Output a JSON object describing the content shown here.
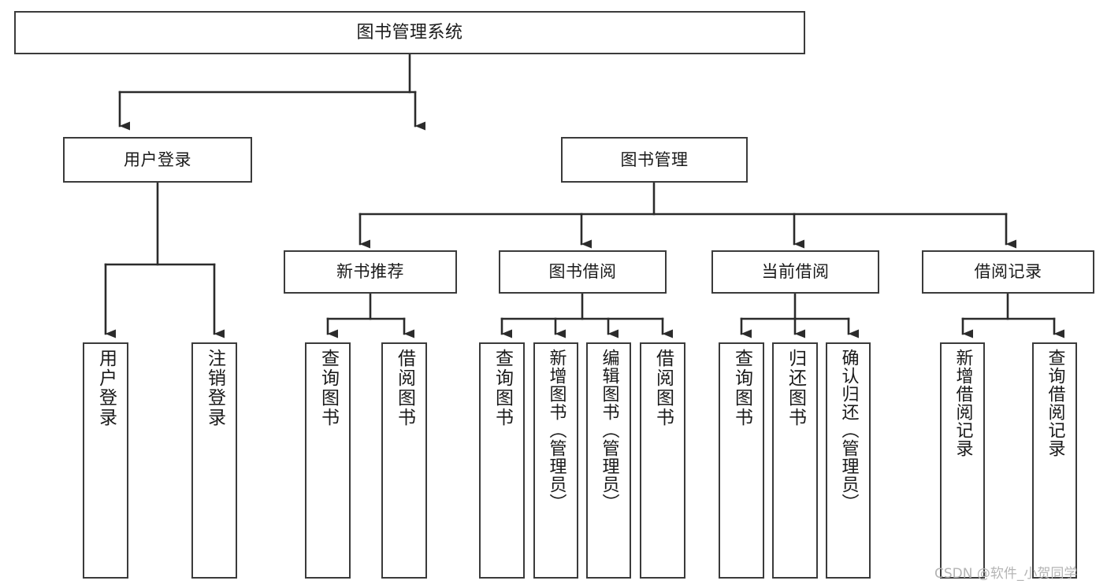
{
  "diagram": {
    "title": "图书管理系统",
    "type": "tree-hierarchy",
    "colors": {
      "box_border": "#3b3b3b",
      "box_fill": "#ffffff",
      "connector": "#2b2b2b",
      "text": "#1a1a1a",
      "watermark": "#b4b4b4",
      "background": "#ffffff"
    },
    "root": {
      "label": "图书管理系统"
    },
    "level2": [
      {
        "label": "用户登录"
      },
      {
        "label": "图书管理"
      }
    ],
    "level3": [
      {
        "label": "新书推荐"
      },
      {
        "label": "图书借阅"
      },
      {
        "label": "当前借阅"
      },
      {
        "label": "借阅记录"
      }
    ],
    "leaves": {
      "user_login": [
        {
          "label": "用户登录"
        },
        {
          "label": "注销登录"
        }
      ],
      "new_book_recommend": [
        {
          "label": "查询图书"
        },
        {
          "label": "借阅图书"
        }
      ],
      "book_borrow": [
        {
          "label": "查询图书"
        },
        {
          "label": "新增图书（管理员）"
        },
        {
          "label": "编辑图书（管理员）"
        },
        {
          "label": "借阅图书"
        }
      ],
      "current_borrow": [
        {
          "label": "查询图书"
        },
        {
          "label": "归还图书"
        },
        {
          "label": "确认归还（管理员）"
        }
      ],
      "borrow_record": [
        {
          "label": "新增借阅记录"
        },
        {
          "label": "查询借阅记录"
        }
      ]
    }
  },
  "watermark": {
    "text": "CSDN @软件_小贺同学"
  }
}
